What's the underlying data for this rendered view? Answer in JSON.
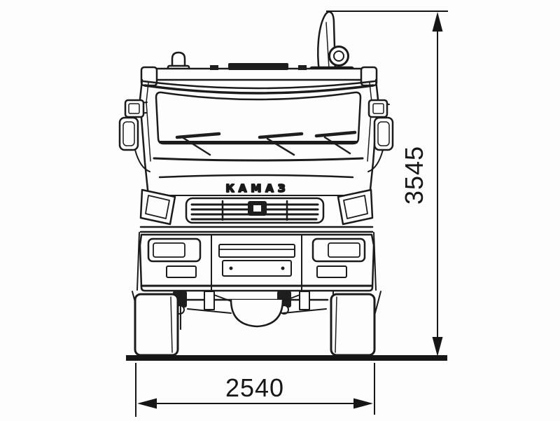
{
  "diagram": {
    "logo_text": "КАМАЗ",
    "dimensions": {
      "height": {
        "value": "3545",
        "orientation": "vertical"
      },
      "width": {
        "value": "2540",
        "orientation": "horizontal"
      }
    },
    "colors": {
      "line": "#1b1b1b",
      "background": "#fdfdfd",
      "fill_dark": "#1e1e1e"
    }
  }
}
